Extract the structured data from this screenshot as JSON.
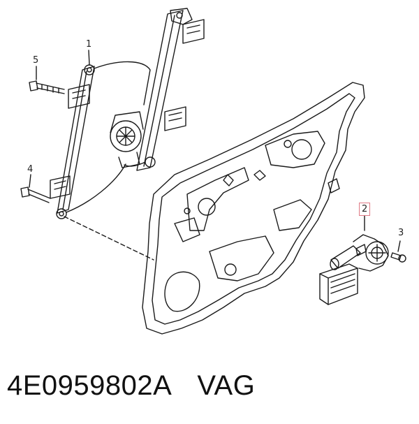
{
  "callouts": {
    "c1": "1",
    "c2": "2",
    "c3": "3",
    "c4": "4",
    "c5": "5"
  },
  "caption": {
    "part_number": "4E0959802A",
    "brand": "VAG"
  },
  "colors": {
    "line": "#1a1a1a",
    "highlight_box": "#e07a86",
    "background": "#ffffff"
  }
}
